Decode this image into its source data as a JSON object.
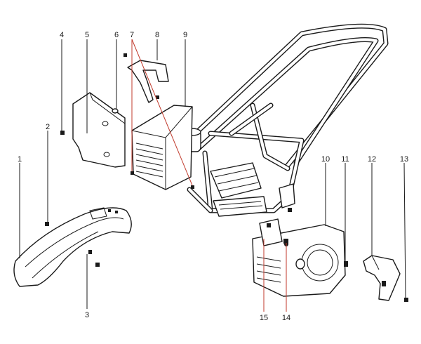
{
  "diagram": {
    "callouts": [
      {
        "id": "c1",
        "label": "1"
      },
      {
        "id": "c2",
        "label": "2"
      },
      {
        "id": "c3",
        "label": "3"
      },
      {
        "id": "c4",
        "label": "4"
      },
      {
        "id": "c5",
        "label": "5"
      },
      {
        "id": "c6",
        "label": "6"
      },
      {
        "id": "c7",
        "label": "7"
      },
      {
        "id": "c8",
        "label": "8"
      },
      {
        "id": "c9",
        "label": "9"
      },
      {
        "id": "c10",
        "label": "10"
      },
      {
        "id": "c11",
        "label": "11"
      },
      {
        "id": "c12",
        "label": "12"
      },
      {
        "id": "c13",
        "label": "13"
      },
      {
        "id": "c14",
        "label": "14"
      },
      {
        "id": "c15",
        "label": "15"
      }
    ],
    "colors": {
      "line": "#1a1a1a",
      "leader_highlight": "#c0392b",
      "background": "#ffffff"
    }
  }
}
